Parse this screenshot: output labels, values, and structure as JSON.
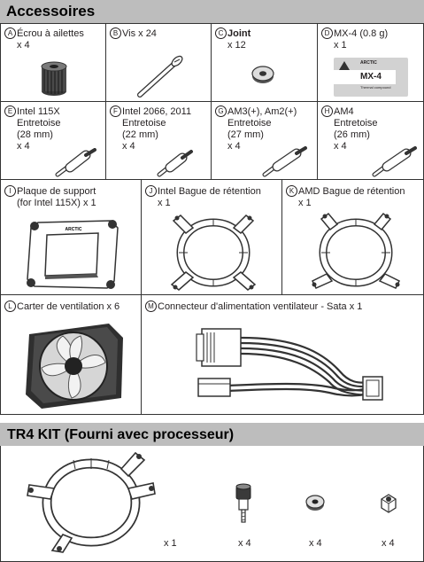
{
  "sections": {
    "accessories_title": "Accessoires",
    "tr4_title": "TR4 KIT (Fourni avec processeur)"
  },
  "items": {
    "a": {
      "badge": "A",
      "name": "Écrou à ailettes",
      "qty": "x 4"
    },
    "b": {
      "badge": "B",
      "name": "Vis x 24"
    },
    "c": {
      "badge": "C",
      "name": "Joint",
      "qty": "x 12"
    },
    "d": {
      "badge": "D",
      "name": "MX-4 (0.8 g)",
      "qty": "x 1",
      "pack_brand": "ARCTIC",
      "pack_label": "MX-4",
      "pack_sub": "Thermal compound"
    },
    "e": {
      "badge": "E",
      "name": "Intel 115X",
      "line2": "Entretoise",
      "line3": "(28 mm)",
      "qty": "x 4"
    },
    "f": {
      "badge": "F",
      "name": "Intel 2066, 2011",
      "line2": "Entretoise",
      "line3": "(22 mm)",
      "qty": "x 4"
    },
    "g": {
      "badge": "G",
      "name": "AM3(+), Am2(+)",
      "line2": "Entretoise",
      "line3": "(27 mm)",
      "qty": "x 4"
    },
    "h": {
      "badge": "H",
      "name": "AM4",
      "line2": "Entretoise",
      "line3": "(26 mm)",
      "qty": "x 4"
    },
    "i": {
      "badge": "I",
      "name": "Plaque de support",
      "line2": "(for Intel 115X) x 1",
      "plate_brand": "ARCTIC"
    },
    "j": {
      "badge": "J",
      "name": "Intel Bague de rétention",
      "qty": "x 1"
    },
    "k": {
      "badge": "K",
      "name": "AMD Bague de rétention",
      "qty": "x 1"
    },
    "l": {
      "badge": "L",
      "name": "Carter de ventilation x 6"
    },
    "m": {
      "badge": "M",
      "name": "Connecteur d'alimentation ventilateur - Sata x 1"
    }
  },
  "tr4": {
    "qty_ring": "x 1",
    "qty_spacer": "x 4",
    "qty_washer": "x 4",
    "qty_nut": "x 4"
  },
  "colors": {
    "header_bg": "#bdbdbd",
    "border": "#333333",
    "part_fill": "#ffffff",
    "part_dark": "#3a3a3a"
  }
}
